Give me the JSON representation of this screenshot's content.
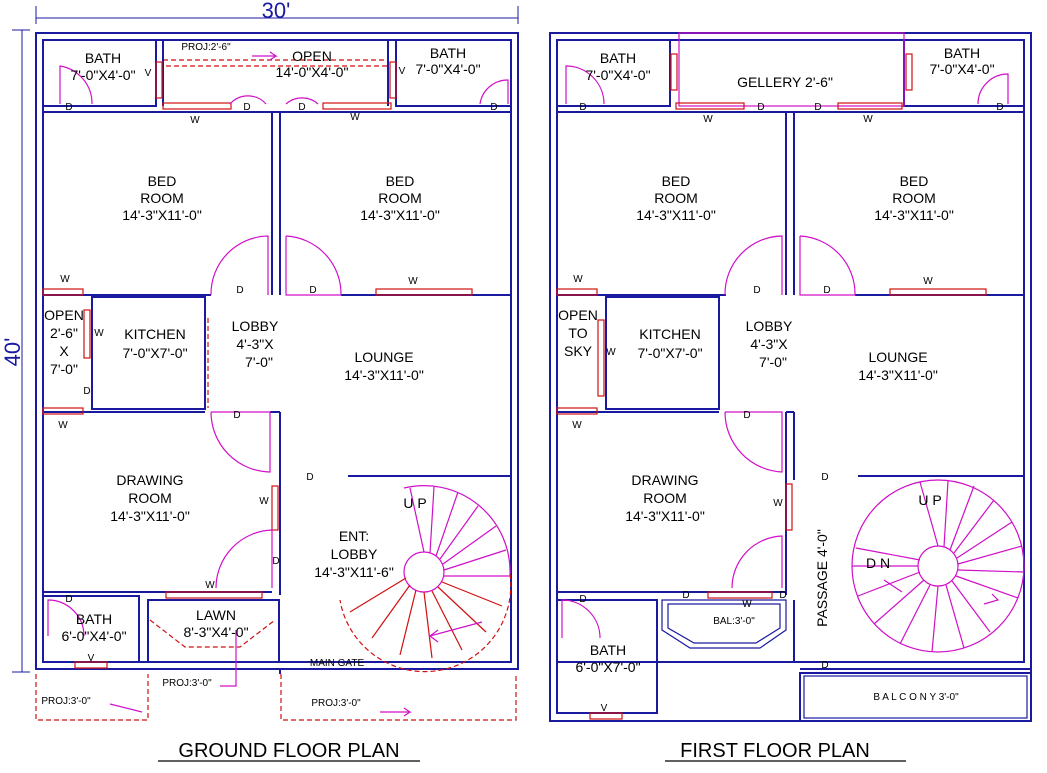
{
  "dimensions": {
    "width": "30'",
    "depth": "40'"
  },
  "ground": {
    "title": "GROUND  FLOOR  PLAN",
    "bath_tl": {
      "name": "BATH",
      "size": "7'-0\"X4'-0\""
    },
    "open_top": {
      "name": "OPEN",
      "size": "14'-0\"X4'-0\"",
      "proj": "PROJ:2'-6\""
    },
    "bath_tr": {
      "name": "BATH",
      "size": "7'-0\"X4'-0\""
    },
    "bed_l": {
      "l1": "BED",
      "l2": "ROOM",
      "size": "14'-3\"X11'-0\""
    },
    "bed_r": {
      "l1": "BED",
      "l2": "ROOM",
      "size": "14'-3\"X11'-0\""
    },
    "open_left": {
      "l1": "OPEN",
      "l2": "2'-6\"",
      "l3": "X",
      "l4": "7'-0\""
    },
    "kitchen": {
      "name": "KITCHEN",
      "size": "7'-0\"X7'-0\""
    },
    "lobby": {
      "l1": "LOBBY",
      "l2": "4'-3\"X",
      "l3": "7'-0\""
    },
    "lounge": {
      "name": "LOUNGE",
      "size": "14'-3\"X11'-0\""
    },
    "drawing": {
      "l1": "DRAWING",
      "l2": "ROOM",
      "size": "14'-3\"X11'-0\""
    },
    "ent": {
      "l1": "ENT:",
      "l2": "LOBBY",
      "size": "14'-3\"X11'-6\""
    },
    "stair": "U P",
    "bath_bl": {
      "name": "BATH",
      "size": "6'-0\"X4'-0\""
    },
    "lawn": {
      "name": "LAWN",
      "size": "8'-3\"X4'-0\""
    },
    "main_gate": "MAIN  GATE",
    "proj_left": "PROJ:3'-0\"",
    "proj_mid": "PROJ:3'-0\"",
    "proj_right": "PROJ:3'-0\""
  },
  "first": {
    "title": "FIRST FLOOR  PLAN",
    "bath_tl": {
      "name": "BATH",
      "size": "7'-0\"X4'-0\""
    },
    "gellery": "GELLERY  2'-6\"",
    "bath_tr": {
      "name": "BATH",
      "size": "7'-0\"X4'-0\""
    },
    "bed_l": {
      "l1": "BED",
      "l2": "ROOM",
      "size": "14'-3\"X11'-0\""
    },
    "bed_r": {
      "l1": "BED",
      "l2": "ROOM",
      "size": "14'-3\"X11'-0\""
    },
    "open_sky": {
      "l1": "OPEN",
      "l2": "TO",
      "l3": "SKY"
    },
    "kitchen": {
      "name": "KITCHEN",
      "size": "7'-0\"X7'-0\""
    },
    "lobby": {
      "l1": "LOBBY",
      "l2": "4'-3\"X",
      "l3": "7'-0\""
    },
    "lounge": {
      "name": "LOUNGE",
      "size": "14'-3\"X11'-0\""
    },
    "drawing": {
      "l1": "DRAWING",
      "l2": "ROOM",
      "size": "14'-3\"X11'-0\""
    },
    "passage": "PASSAGE  4'-0\"",
    "stair_up": "U P",
    "stair_dn": "D N",
    "bal_small": "BAL:3'-0\"",
    "bath_bl": {
      "name": "BATH",
      "size": "6'-0\"X7'-0\""
    },
    "balcony": "B A L C O N Y   3'-0\""
  },
  "marks": {
    "door": "D",
    "window": "W",
    "vent": "V"
  }
}
